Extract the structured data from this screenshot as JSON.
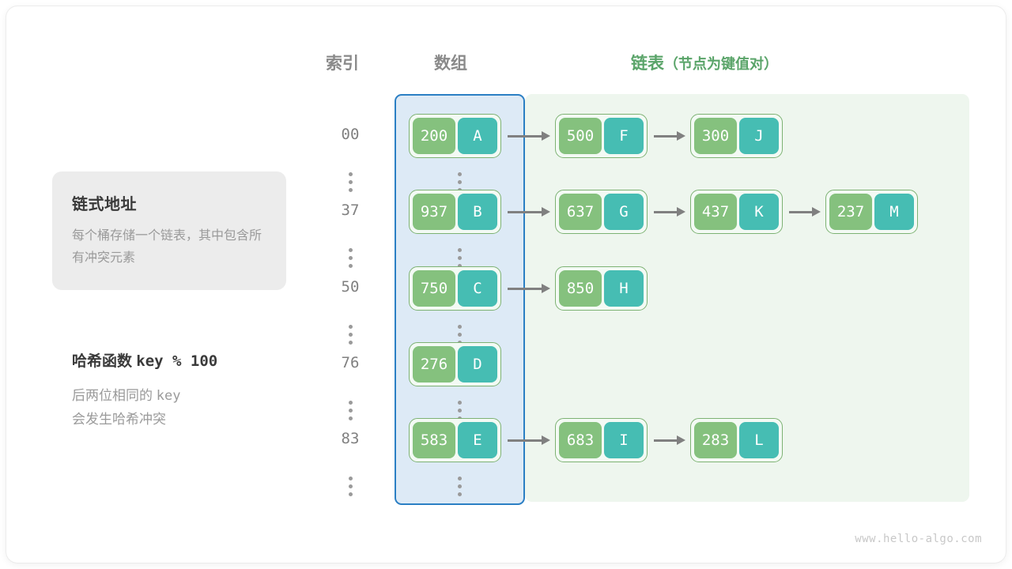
{
  "headers": {
    "index": "索引",
    "array": "数组",
    "list_main": "链表",
    "list_sub": "（节点为键值对）"
  },
  "info_card": {
    "title": "链式地址",
    "description": "每个桶存储一个链表，其中包含所有冲突元素"
  },
  "hash_note": {
    "title_label": "哈希函数",
    "title_formula": "key % 100",
    "desc_line1_a": "后两位相同的 ",
    "desc_line1_b": "key",
    "desc_line2": "会发生哈希冲突"
  },
  "colors": {
    "array_fill": "#ddeaf6",
    "array_border": "#2b7fc4",
    "list_fill": "#eef6ee",
    "key_box": "#85c17e",
    "value_box": "#46bdb3",
    "node_border": "#7db273",
    "arrow": "#808080",
    "header_gray": "#8a8a8a",
    "header_green": "#5aa469"
  },
  "buckets": [
    {
      "index": "00",
      "bucket_node": {
        "key": "200",
        "value": "A"
      },
      "chain": [
        {
          "key": "500",
          "value": "F"
        },
        {
          "key": "300",
          "value": "J"
        }
      ]
    },
    {
      "index": "37",
      "bucket_node": {
        "key": "937",
        "value": "B"
      },
      "chain": [
        {
          "key": "637",
          "value": "G"
        },
        {
          "key": "437",
          "value": "K"
        },
        {
          "key": "237",
          "value": "M"
        }
      ]
    },
    {
      "index": "50",
      "bucket_node": {
        "key": "750",
        "value": "C"
      },
      "chain": [
        {
          "key": "850",
          "value": "H"
        }
      ]
    },
    {
      "index": "76",
      "bucket_node": {
        "key": "276",
        "value": "D"
      },
      "chain": []
    },
    {
      "index": "83",
      "bucket_node": {
        "key": "583",
        "value": "E"
      },
      "chain": [
        {
          "key": "683",
          "value": "I"
        },
        {
          "key": "283",
          "value": "L"
        }
      ]
    }
  ],
  "ellipsis_glyph": "⋮",
  "watermark": "www.hello-algo.com"
}
